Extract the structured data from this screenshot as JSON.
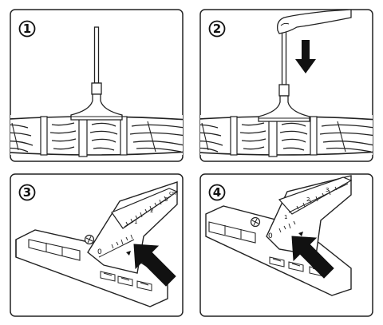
{
  "steps": [
    {
      "label": "1"
    },
    {
      "label": "2"
    },
    {
      "label": "3"
    },
    {
      "label": "4"
    }
  ],
  "gauge": {
    "scale_numbers": [
      "1",
      "2",
      "3"
    ],
    "unit": "cm",
    "zero": "0"
  },
  "colors": {
    "line": "#222222",
    "background": "#ffffff",
    "arrow": "#111111"
  }
}
